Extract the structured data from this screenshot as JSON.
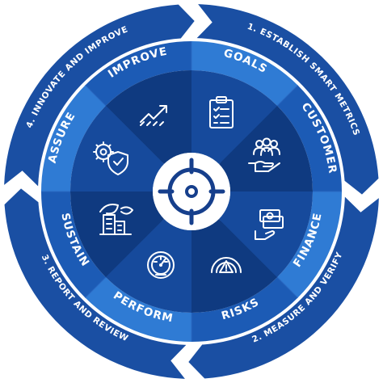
{
  "outer_ring": {
    "labels": [
      "1. ESTABLISH SMART METRICS",
      "2. MEASURE AND VERIFY",
      "3. REPORT AND REVIEW",
      "4. INNOVATE AND IMPROVE"
    ]
  },
  "segments": [
    {
      "label": "GOALS",
      "icon": "clipboard-checklist-icon"
    },
    {
      "label": "CUSTOMER",
      "icon": "customers-hand-icon"
    },
    {
      "label": "FINANCE",
      "icon": "money-hand-icon"
    },
    {
      "label": "RISKS",
      "icon": "warning-gauge-icon"
    },
    {
      "label": "PERFORM",
      "icon": "speedometer-icon"
    },
    {
      "label": "SUSTAIN",
      "icon": "eco-building-icon"
    },
    {
      "label": "ASSURE",
      "icon": "gear-shield-check-icon"
    },
    {
      "label": "IMPROVE",
      "icon": "trending-chart-icon"
    }
  ],
  "center": {
    "icon": "target-crosshair-icon"
  },
  "colors": {
    "outer_ring": "#1a4fa3",
    "outer_ring_dark": "#123a82",
    "band_light": "#2f7bd4",
    "band_dark": "#1c5bb5",
    "wedge_a": "#164a9c",
    "wedge_b": "#0f3a80",
    "center": "#ffffff",
    "center_icon": "#163f8c"
  }
}
